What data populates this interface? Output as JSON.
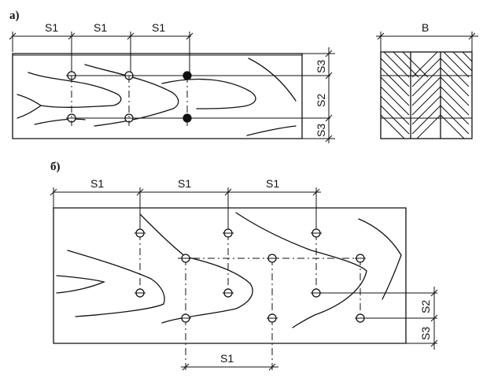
{
  "panel_a": {
    "label": "а)",
    "spacing_labels": [
      "S1",
      "S1",
      "S1"
    ],
    "edge_label_top": "S3",
    "row_label": "S2",
    "edge_label_bottom": "S3"
  },
  "cross_section": {
    "width_label": "B"
  },
  "panel_b": {
    "label": "б)",
    "spacing_labels": [
      "S1",
      "S1",
      "S1"
    ],
    "row_label": "S2",
    "edge_label": "S3",
    "offset_label": "S1"
  }
}
